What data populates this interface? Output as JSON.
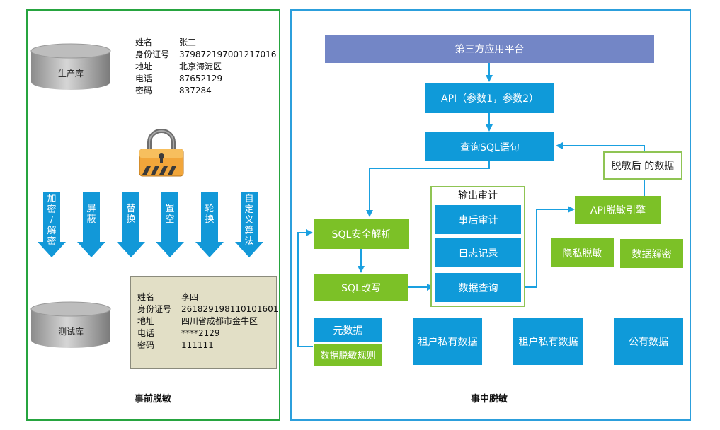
{
  "left_panel": {
    "caption": "事前脱敏",
    "prod_db": {
      "label": "生产库",
      "record": [
        {
          "key": "姓名",
          "value": "张三"
        },
        {
          "key": "身份证号",
          "value": "379872197001217016"
        },
        {
          "key": "地址",
          "value": "北京海淀区"
        },
        {
          "key": "电话",
          "value": "87652129"
        },
        {
          "key": "密码",
          "value": "837284"
        }
      ]
    },
    "lock_icon": "padlock-icon",
    "methods": [
      "加密/解密",
      "屏蔽",
      "替换",
      "置空",
      "轮换",
      "自定义算法"
    ],
    "test_db": {
      "label": "测试库",
      "record": [
        {
          "key": "姓名",
          "value": "李四"
        },
        {
          "key": "身份证号",
          "value": "261829198110101601"
        },
        {
          "key": "地址",
          "value": "四川省成都市金牛区"
        },
        {
          "key": "电话",
          "value": "****2129"
        },
        {
          "key": "密码",
          "value": "111111"
        }
      ]
    }
  },
  "right_panel": {
    "caption": "事中脱敏",
    "platform": "第三方应用平台",
    "api": "API（参数1，参数2）",
    "sql_query": "查询SQL语句",
    "desensitized_data": "脱敏后 的数据",
    "sql_parse": "SQL安全解析",
    "sql_rewrite": "SQL改写",
    "output_audit": {
      "title": "输出审计",
      "items": [
        "事后审计",
        "日志记录",
        "数据查询"
      ]
    },
    "api_engine": "API脱敏引擎",
    "privacy_desensitize": "隐私脱敏",
    "data_decrypt": "数据解密",
    "metadata": "元数据",
    "desensitize_rules": "数据脱敏规则",
    "storage": [
      "租户私有数据",
      "租户私有数据",
      "公有数据"
    ]
  },
  "colors": {
    "left_border": "#26a43f",
    "right_border": "#2c9fdc",
    "platform": "#7386c6",
    "blue_box": "#0f9ad9",
    "green_box": "#7cc127",
    "arrow": "#1aa0e0",
    "record_bg": "#e2dfc6"
  }
}
